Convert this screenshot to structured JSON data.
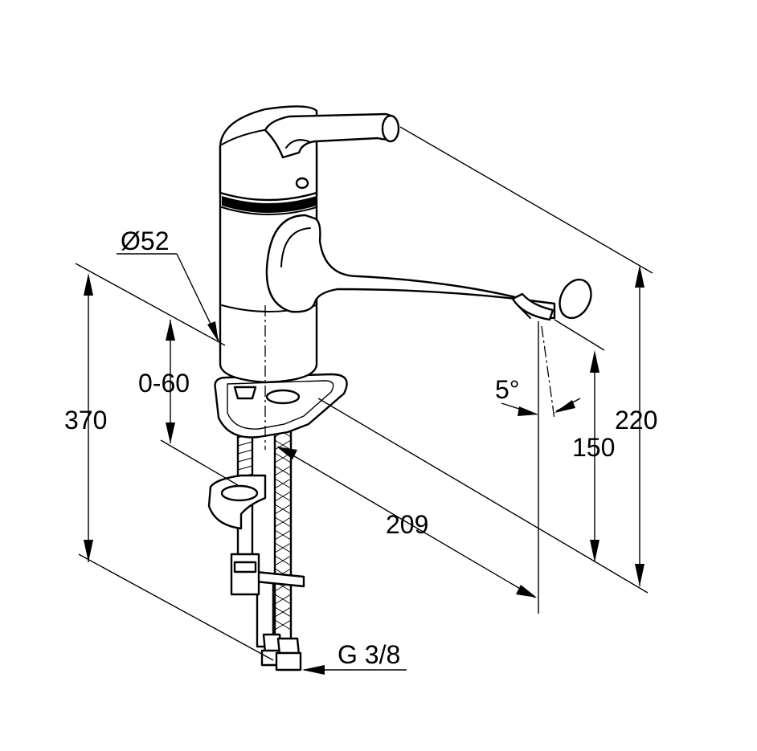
{
  "dimensions": {
    "diameter": "Ø52",
    "adjust_range": "0-60",
    "total_height": "370",
    "spout_angle": "5°",
    "spout_height": "150",
    "body_height": "220",
    "spout_reach": "209",
    "connection_thread": "G 3/8"
  }
}
